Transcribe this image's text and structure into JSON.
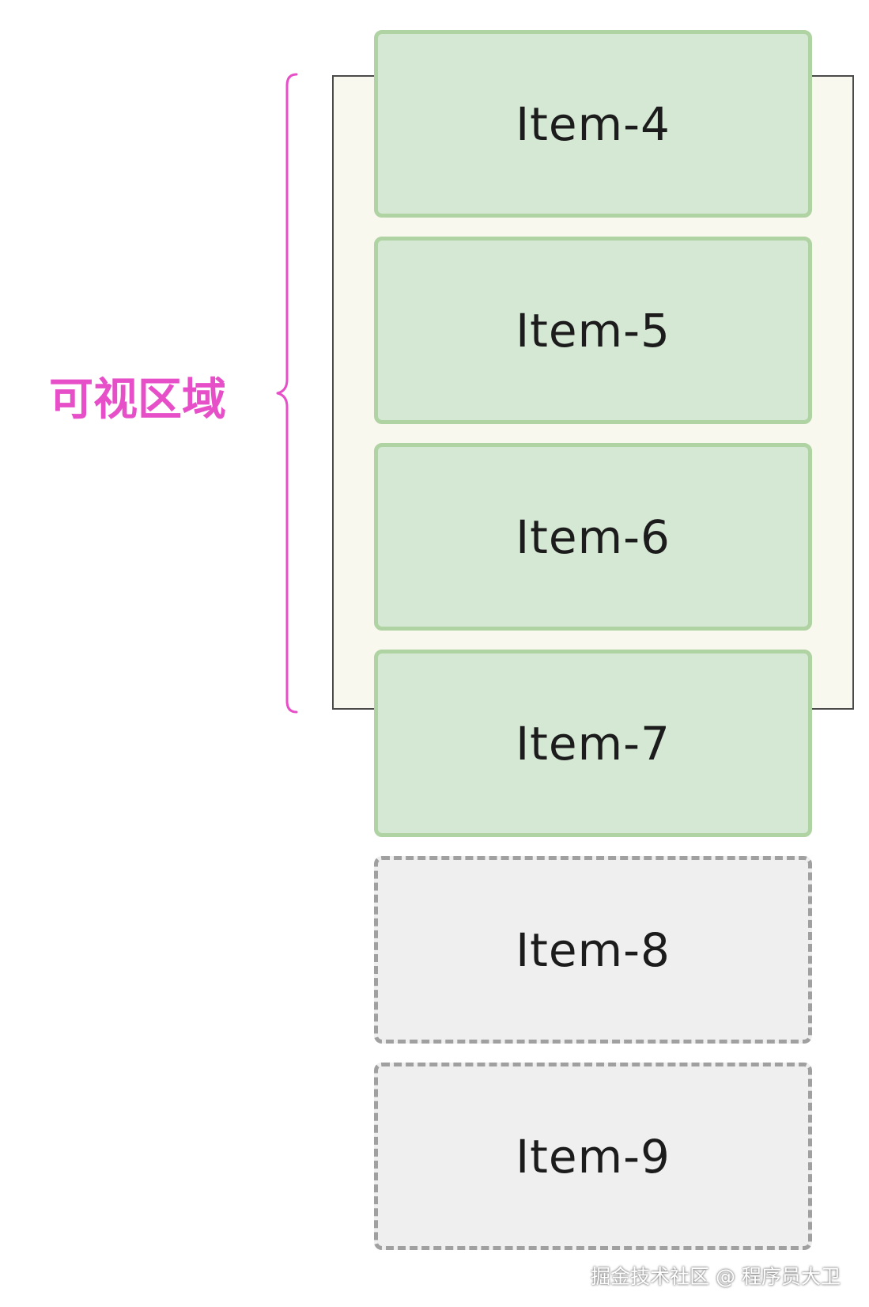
{
  "viewport": {
    "label": "可视区域",
    "label_color": "#e64fc8",
    "frame_fill": "#f9f8ee",
    "frame_border": "#4a4a4a"
  },
  "items": [
    {
      "label": "Item-4",
      "state": "rendered"
    },
    {
      "label": "Item-5",
      "state": "rendered"
    },
    {
      "label": "Item-6",
      "state": "rendered"
    },
    {
      "label": "Item-7",
      "state": "rendered"
    },
    {
      "label": "Item-8",
      "state": "buffered"
    },
    {
      "label": "Item-9",
      "state": "buffered"
    }
  ],
  "colors": {
    "rendered_fill": "#d5e8d4",
    "rendered_border": "#afd3a3",
    "buffered_fill": "#efefef",
    "buffered_border": "#a0a0a0"
  },
  "watermark": "掘金技术社区 @ 程序员大卫"
}
